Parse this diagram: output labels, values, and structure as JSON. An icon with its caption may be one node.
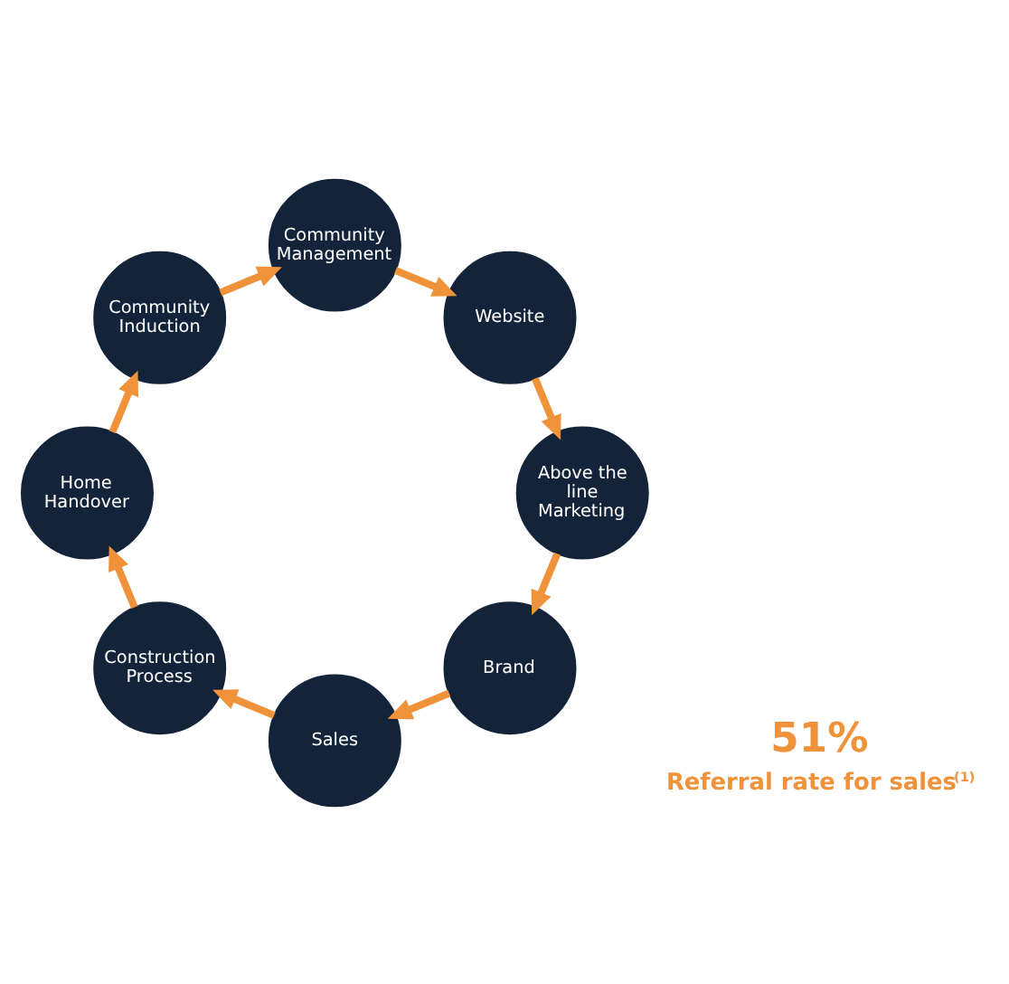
{
  "diagram": {
    "nodes": [
      {
        "text": [
          "Brand"
        ]
      },
      {
        "text": [
          "Sales"
        ]
      },
      {
        "text": [
          "Construction Process"
        ]
      },
      {
        "text": [
          "Home Handover"
        ]
      },
      {
        "text": [
          "Community Induction"
        ]
      },
      {
        "text": [
          "Community Management"
        ]
      },
      {
        "text": [
          "Website"
        ]
      },
      {
        "text": [
          "Above the line Marketing"
        ]
      }
    ],
    "edges": [
      {
        "from": 0,
        "to": 1,
        "arrow": "to"
      },
      {
        "from": 1,
        "to": 2,
        "arrow": "to"
      },
      {
        "from": 2,
        "to": 3,
        "arrow": "to"
      },
      {
        "from": 3,
        "to": 4,
        "arrow": "to"
      },
      {
        "from": 4,
        "to": 5,
        "arrow": "to"
      },
      {
        "from": 5,
        "to": 6,
        "arrow": "to"
      },
      {
        "from": 6,
        "to": 7,
        "arrow": "to"
      },
      {
        "from": 7,
        "to": 0,
        "arrow": "to"
      }
    ],
    "labels": [
      "51%",
      "Referral rate for sales$^{(1)}$"
    ]
  }
}
